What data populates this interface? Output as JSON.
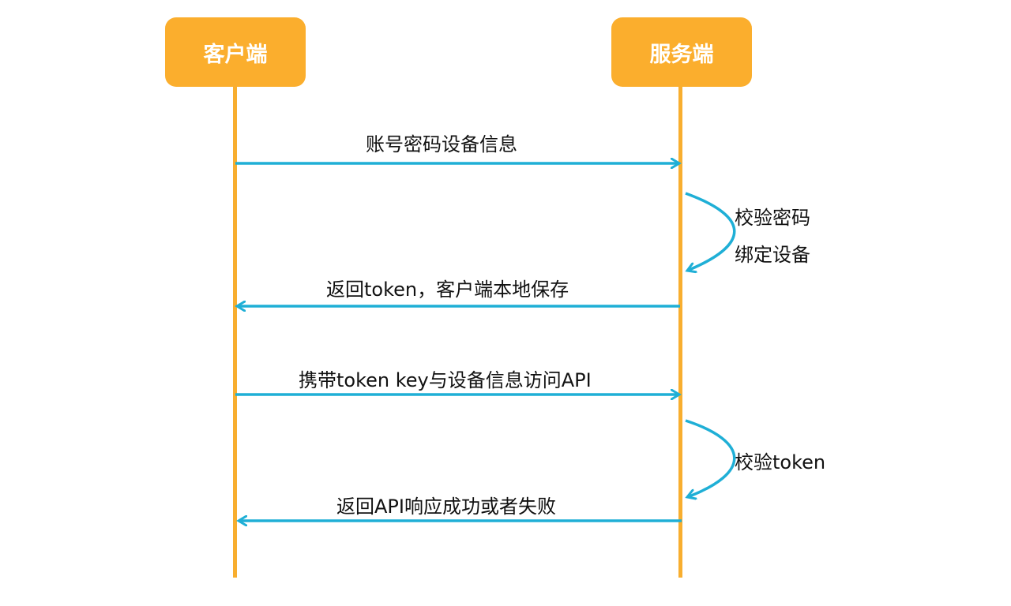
{
  "actors": {
    "client": {
      "label": "客户端"
    },
    "server": {
      "label": "服务端"
    }
  },
  "colors": {
    "actor_fill": "#FBAE2D",
    "lifeline": "#F8AE2F",
    "arrow": "#1FAFD6",
    "text": "#111111"
  },
  "messages": [
    {
      "from": "client",
      "to": "server",
      "label": "账号密码设备信息"
    },
    {
      "self": "server",
      "lines": [
        "校验密码",
        "绑定设备"
      ]
    },
    {
      "from": "server",
      "to": "client",
      "label": "返回token，客户端本地保存"
    },
    {
      "from": "client",
      "to": "server",
      "label": "携带token key与设备信息访问API"
    },
    {
      "self": "server",
      "lines": [
        "校验token"
      ]
    },
    {
      "from": "server",
      "to": "client",
      "label": "返回API响应成功或者失败"
    }
  ]
}
